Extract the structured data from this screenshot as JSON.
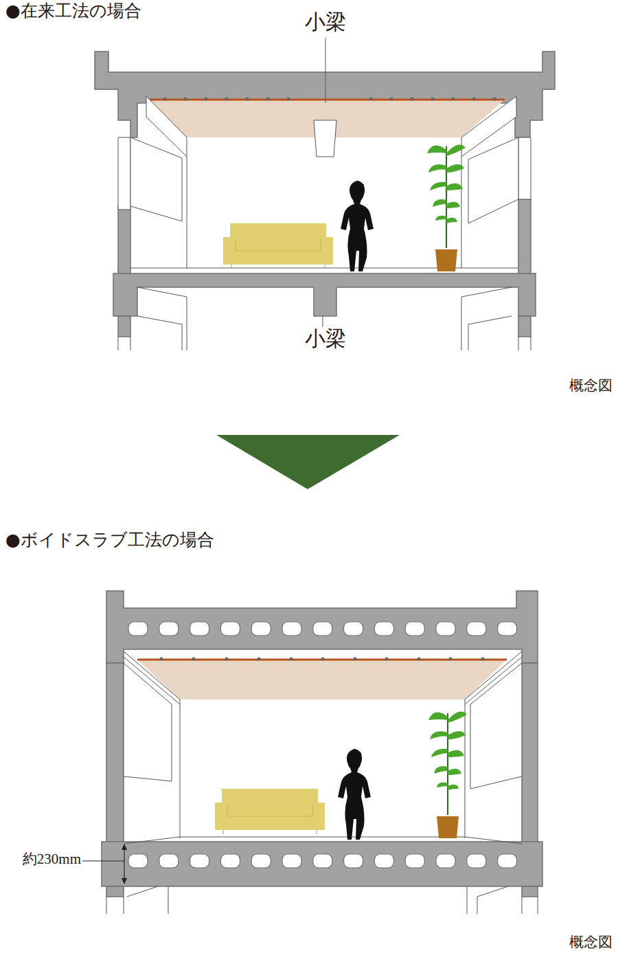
{
  "diagram": {
    "labels": [
      "●在来工法の場合",
      "小梁",
      "小梁",
      "概念図",
      "●ボイドスラブ工法の場合",
      "約230mm",
      "概念図"
    ]
  }
}
